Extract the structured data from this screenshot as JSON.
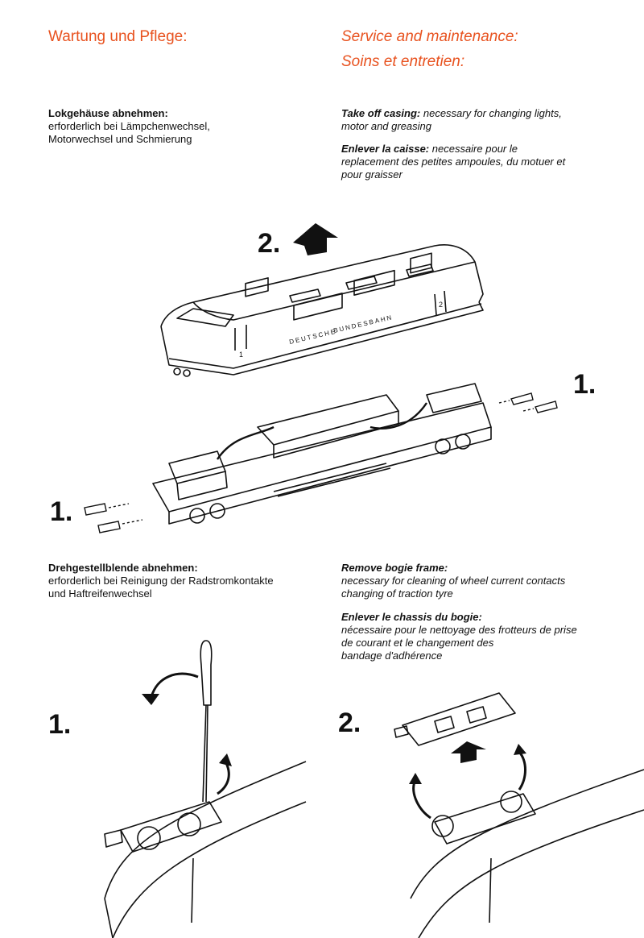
{
  "headings": {
    "de": "Wartung und Pflege:",
    "en": "Service and maintenance:",
    "fr": "Soins et entretien:"
  },
  "casing": {
    "de_title": "Lokgehäuse abnehmen:",
    "de_body_1": "erforderlich bei Lämpchenwechsel,",
    "de_body_2": "Motorwechsel und Schmierung",
    "en_title": "Take off casing:",
    "en_body_1": " necessary for changing lights,",
    "en_body_2": "motor and greasing",
    "fr_title": "Enlever la caisse:",
    "fr_body_1": " necessaire pour le",
    "fr_body_2": "replacement des petites ampoules, du motuer et",
    "fr_body_3": "pour graisser"
  },
  "bogie": {
    "de_title": "Drehgestellblende abnehmen:",
    "de_body_1": "erforderlich bei Reinigung der Radstromkontakte",
    "de_body_2": "und Haftreifenwechsel",
    "en_title": "Remove bogie frame:",
    "en_body_1": "necessary for cleaning of wheel current contacts",
    "en_body_2": "changing of traction tyre",
    "fr_title": "Enlever le chassis du bogie:",
    "fr_body_1": "nécessaire pour le nettoyage des frotteurs de prise",
    "fr_body_2": "de courant et le changement des",
    "fr_body_3": "bandage d'adhérence"
  },
  "steps": {
    "casing_lift": "2.",
    "screws_right": "1.",
    "screws_left": "1.",
    "bogie_step1": "1.",
    "bogie_step2": "2."
  },
  "illustration": {
    "loco_lettering_1": "DEUTSCHE",
    "loco_lettering_2": "BUNDESBAHN",
    "cab_number_1": "1",
    "cab_number_2": "2"
  },
  "colors": {
    "heading": "#e8521f",
    "ink": "#111111"
  }
}
